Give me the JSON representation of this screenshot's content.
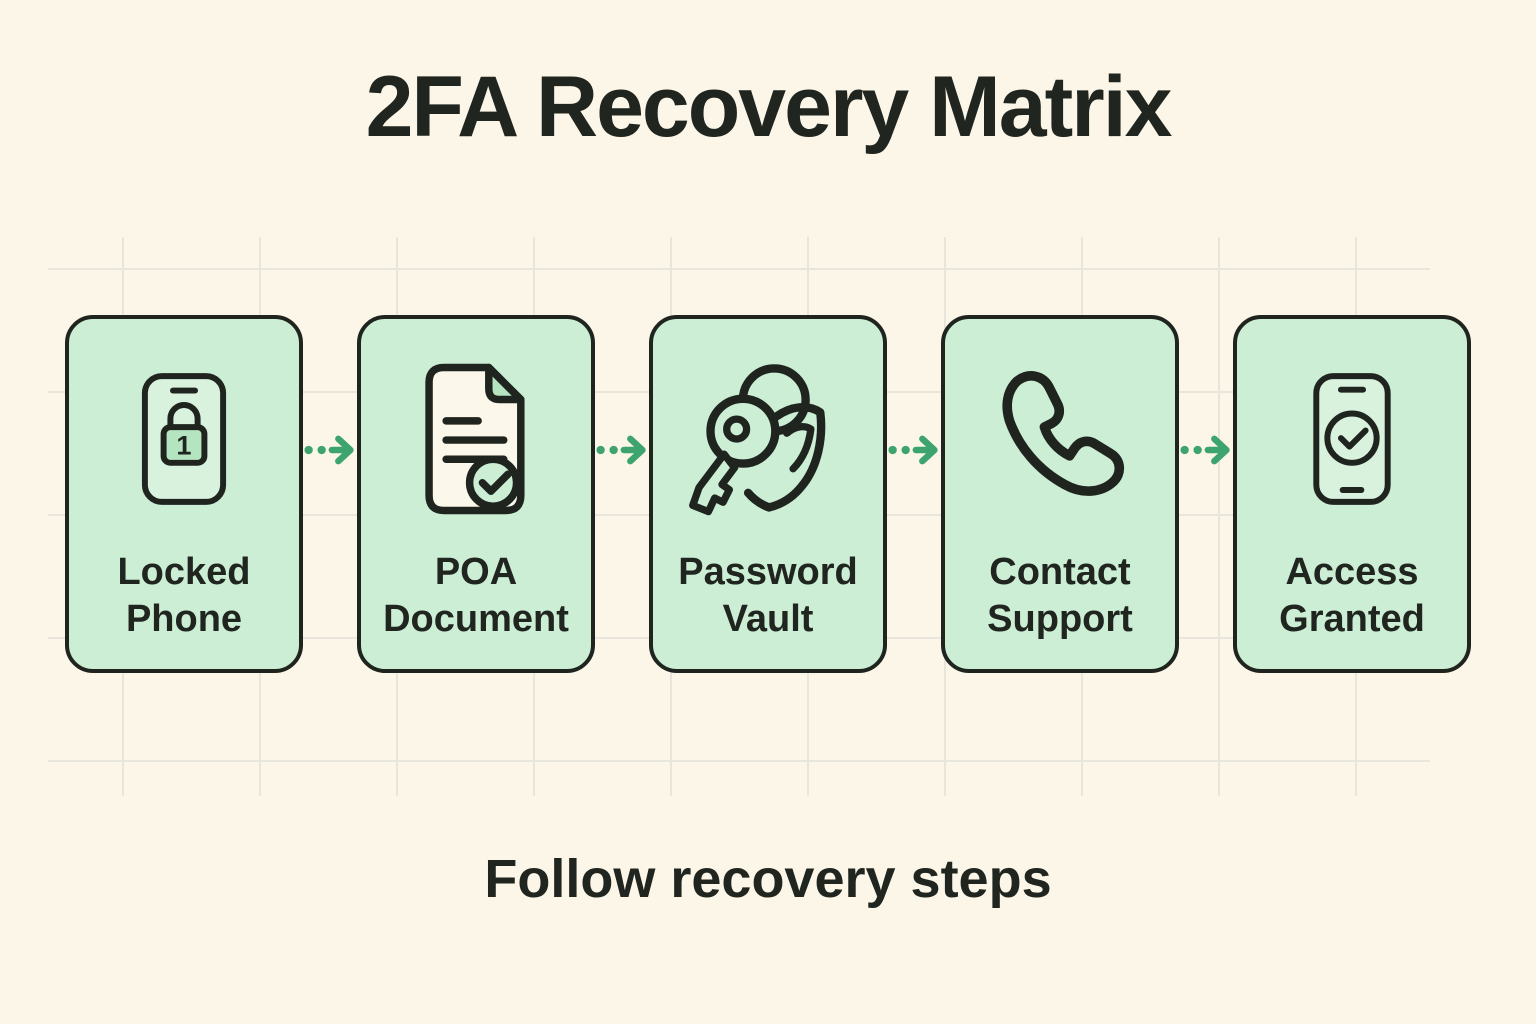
{
  "title": "2FA Recovery Matrix",
  "subtitle": "Follow recovery steps",
  "steps": [
    {
      "id": "locked-phone",
      "label": "Locked Phone",
      "icon": "locked-phone-icon",
      "badge": "1"
    },
    {
      "id": "poa-document",
      "label": "POA Document",
      "icon": "poa-document-icon"
    },
    {
      "id": "password-vault",
      "label": "Password Vault",
      "icon": "key-shield-icon"
    },
    {
      "id": "contact-support",
      "label": "Contact Support",
      "icon": "phone-handset-icon"
    },
    {
      "id": "access-granted",
      "label": "Access Granted",
      "icon": "phone-check-icon"
    }
  ],
  "connectors": {
    "count": 4,
    "style": "dotted-arrow",
    "color": "#3EA46F"
  },
  "colors": {
    "background": "#FBF6E7",
    "grid_line": "#E8E5DC",
    "card_fill": "#CBEED5",
    "outline": "#1F241F",
    "icon_secondary_fill": "#B4E5C0",
    "paper_fill": "#FBF7EA",
    "accent_green": "#3EA46F",
    "text": "#20251F"
  }
}
